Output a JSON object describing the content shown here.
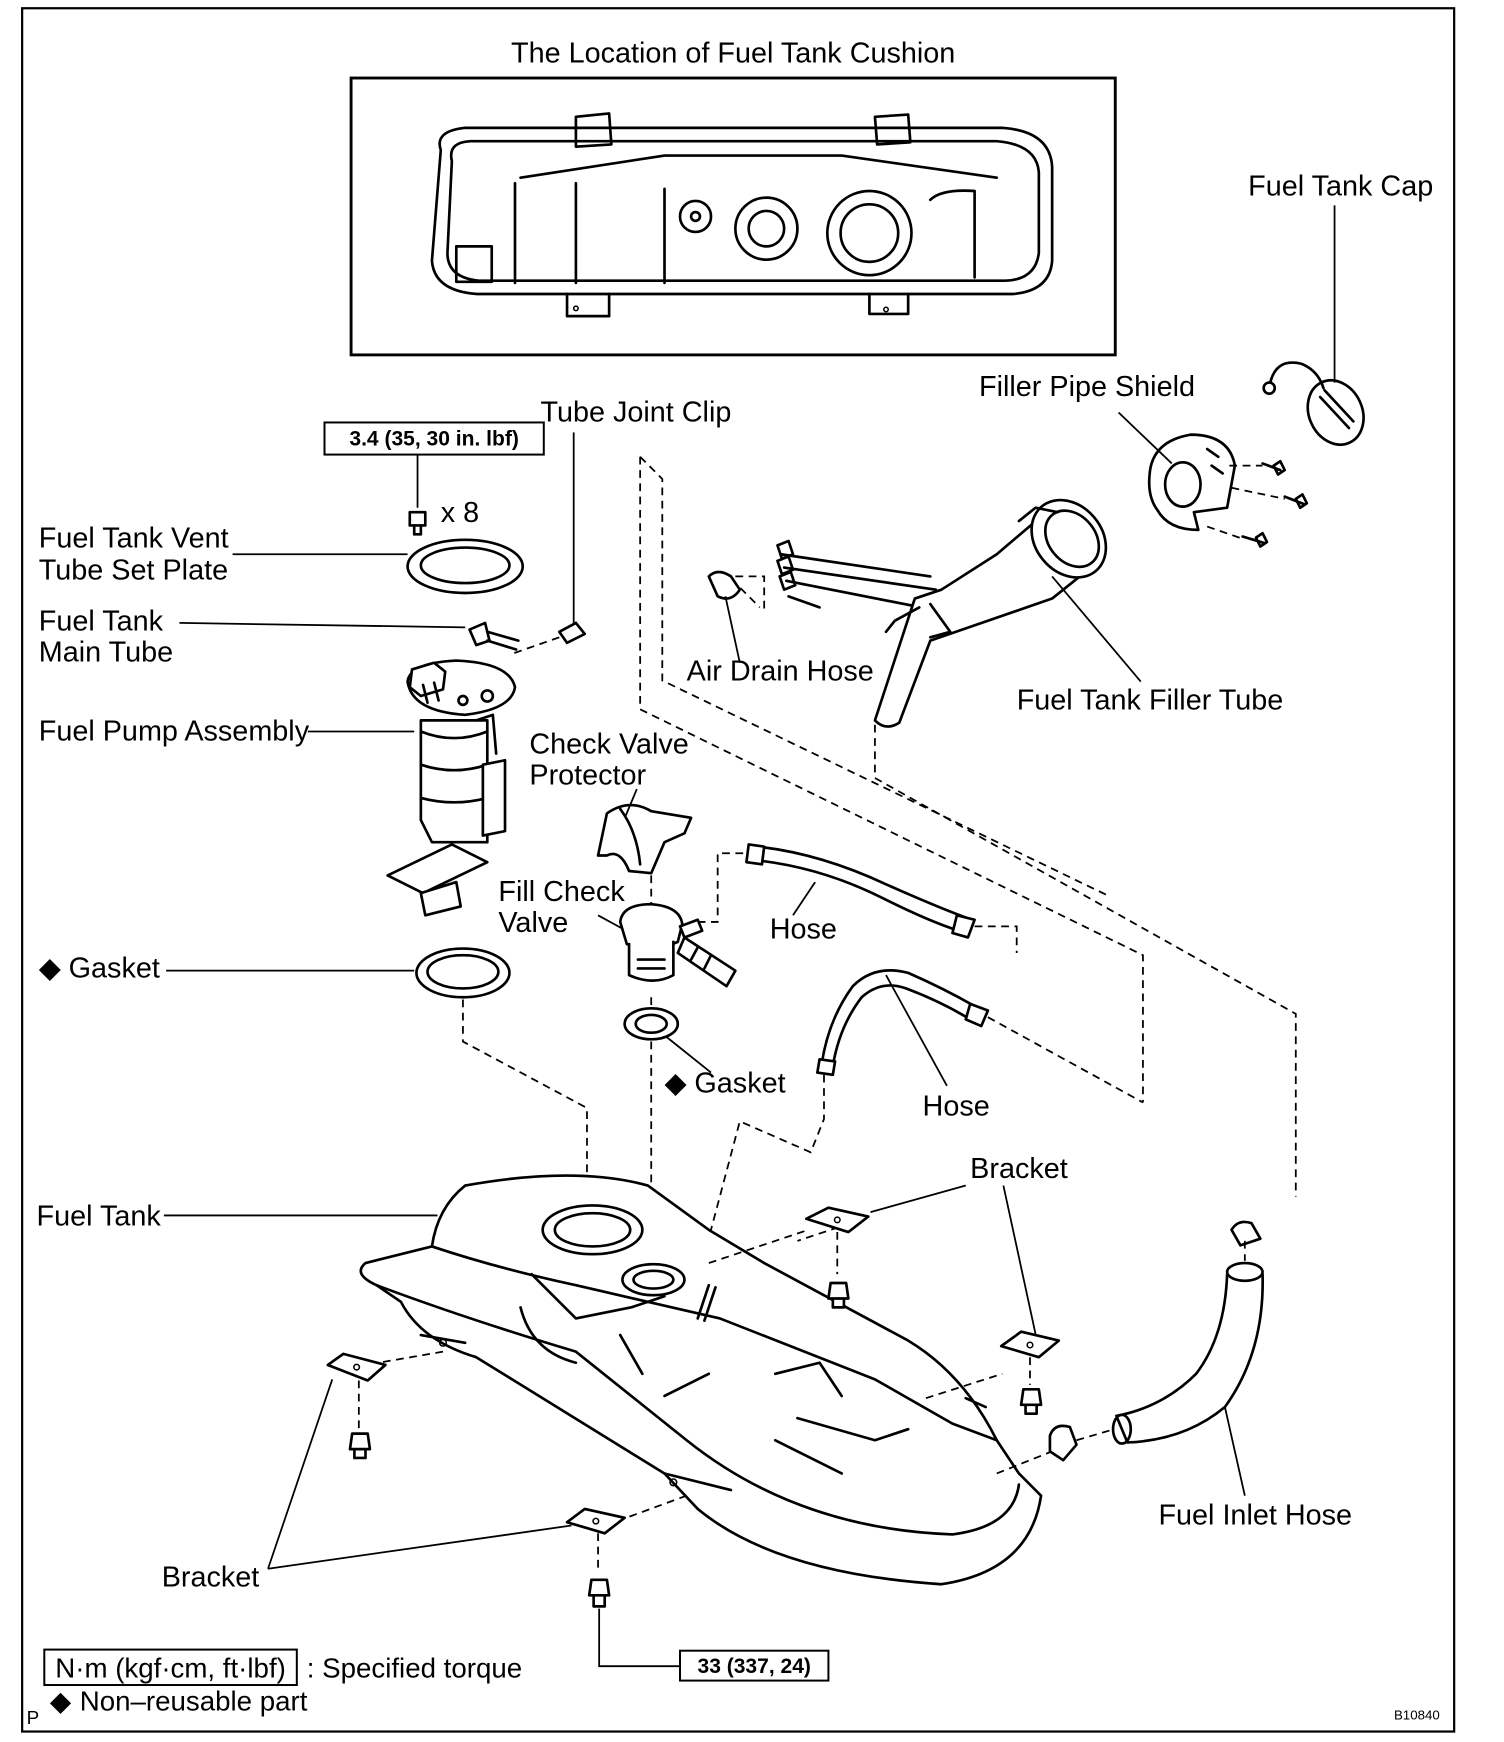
{
  "diagram": {
    "inset_title": "The Location of Fuel Tank Cushion",
    "labels": {
      "fuel_tank_cap": "Fuel Tank Cap",
      "filler_pipe_shield": "Filler Pipe Shield",
      "tube_joint_clip": "Tube Joint Clip",
      "multiplier": "x 8",
      "vent_plate_line1": "Fuel Tank Vent",
      "vent_plate_line2": "Tube Set Plate",
      "main_tube_line1": "Fuel Tank",
      "main_tube_line2": "Main Tube",
      "fuel_pump_assembly": "Fuel Pump Assembly",
      "air_drain_hose": "Air Drain Hose",
      "fuel_tank_filler_tube": "Fuel Tank Filler Tube",
      "check_valve_protector_line1": "Check Valve",
      "check_valve_protector_line2": "Protector",
      "fill_check_valve_line1": "Fill Check",
      "fill_check_valve_line2": "Valve",
      "hose_upper": "Hose",
      "hose_lower": "Hose",
      "gasket_left": "Gasket",
      "gasket_center": "Gasket",
      "fuel_tank": "Fuel Tank",
      "bracket_right": "Bracket",
      "bracket_left": "Bracket",
      "fuel_inlet_hose": "Fuel Inlet Hose"
    },
    "torque_specs": {
      "vent_plate_bolts": "3.4 (35, 30 in. lbf)",
      "bracket_bolts": "33 (337, 24)"
    },
    "legend": {
      "torque_units": "N·m (kgf·cm, ft·lbf)",
      "torque_text": ": Specified torque",
      "nonreusable_symbol": "◆",
      "nonreusable_text": "Non–reusable part"
    },
    "corner_mark": "P",
    "figure_code": "B10840"
  }
}
